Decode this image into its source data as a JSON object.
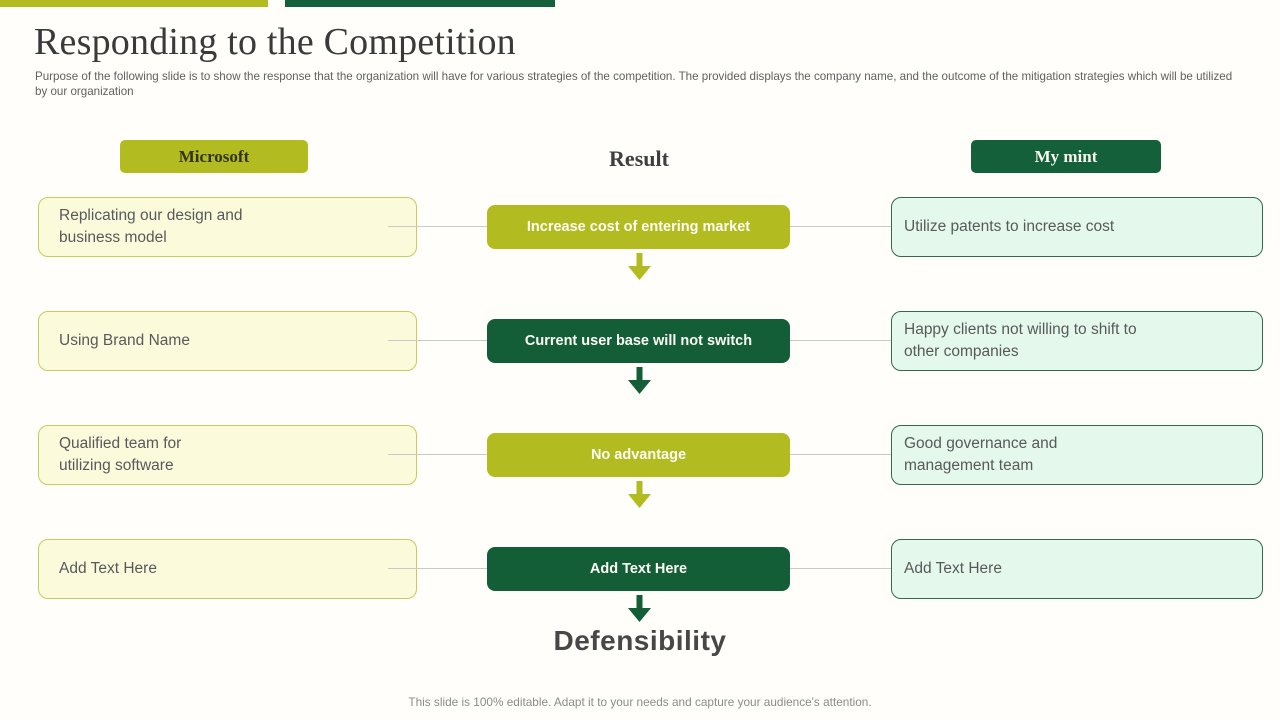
{
  "slide": {
    "title": "Responding to the Competition",
    "subtitle": "Purpose of the following slide is to show the response that the organization will have for various strategies of the competition. The provided displays the company name, and the outcome of the mitigation strategies which will be utilized by our organization",
    "bottom_label": "Defensibility",
    "footer": "This slide is 100% editable. Adapt it to your needs and capture your audience's attention."
  },
  "columns": {
    "left_header": "Microsoft",
    "center_header": "Result",
    "right_header": "My mint"
  },
  "rows": [
    {
      "left": "Replicating our design and\nbusiness model",
      "center": "Increase cost of entering market",
      "right": "Utilize patents to increase cost",
      "tone": "olive"
    },
    {
      "left": "Using Brand Name",
      "center": "Current user base will not switch",
      "right": "Happy clients not willing to shift to\nother companies",
      "tone": "green"
    },
    {
      "left": "Qualified team for\nutilizing software",
      "center": "No advantage",
      "right": "Good governance and\nmanagement team",
      "tone": "olive"
    },
    {
      "left": "Add Text Here",
      "center": "Add Text Here",
      "right": "Add Text Here",
      "tone": "green"
    }
  ],
  "colors": {
    "olive": "#b2bc20",
    "dark_green": "#135e36",
    "left_box_fill": "#fbfbdc",
    "left_box_border": "#c8cb59",
    "right_box_fill": "#e4f8ec",
    "right_box_border": "#316b4b",
    "connector_gray": "#c9c9c9"
  }
}
